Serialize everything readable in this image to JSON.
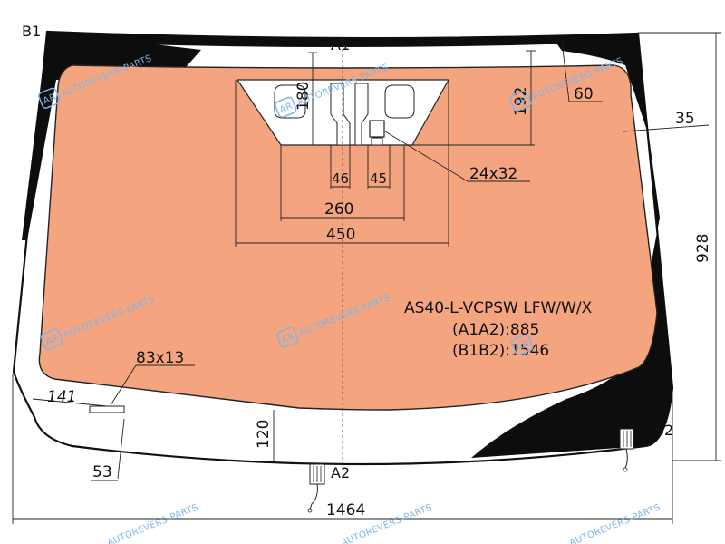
{
  "labels": {
    "a1": "A1",
    "a2": "A2",
    "b1": "B1",
    "b2": "B2"
  },
  "dimensions": {
    "h180": "180",
    "h192": "192",
    "w60": "60",
    "w35": "35",
    "w46": "46",
    "w45": "45",
    "sensor": "24x32",
    "w260": "260",
    "w450": "450",
    "h928": "928",
    "label_size": "83x13",
    "w141": "141",
    "w53": "53",
    "h120": "120",
    "w1464": "1464"
  },
  "spec": {
    "code": "AS40-L-VCPSW LFW/W/X",
    "a1a2": "(A1A2):885",
    "b1b2": "(B1B2):1546"
  },
  "watermark": {
    "text": "AUTOREVERS-PARTS",
    "logo": "AR"
  },
  "colors": {
    "tint": "#f4a57f",
    "frit": "#0d0d0d",
    "outline": "#111111",
    "watermark": "#7fb3e8"
  }
}
